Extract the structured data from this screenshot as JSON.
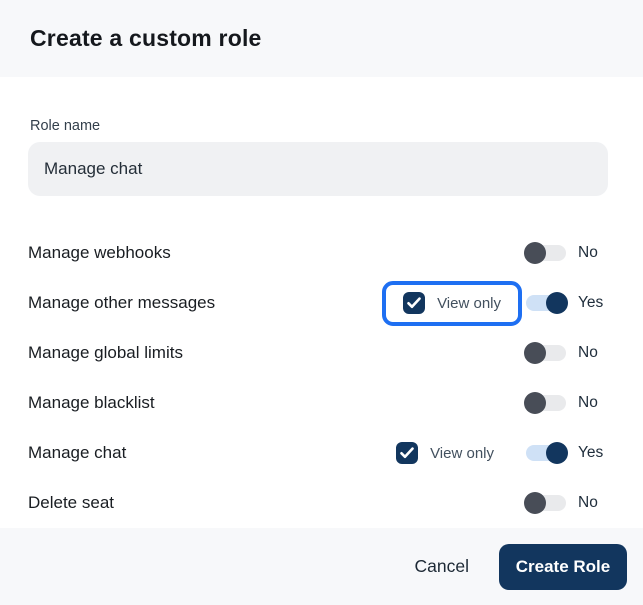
{
  "modal": {
    "title": "Create a custom role",
    "role_name": {
      "label": "Role name",
      "value": "Manage chat"
    },
    "permissions": [
      {
        "label": "Manage webhooks",
        "state": "No",
        "enabled": false,
        "view_only": null,
        "highlighted": false
      },
      {
        "label": "Manage other messages",
        "state": "Yes",
        "enabled": true,
        "view_only": {
          "label": "View only",
          "checked": true
        },
        "highlighted": true
      },
      {
        "label": "Manage global limits",
        "state": "No",
        "enabled": false,
        "view_only": null,
        "highlighted": false
      },
      {
        "label": "Manage blacklist",
        "state": "No",
        "enabled": false,
        "view_only": null,
        "highlighted": false
      },
      {
        "label": "Manage chat",
        "state": "Yes",
        "enabled": true,
        "view_only": {
          "label": "View only",
          "checked": true
        },
        "highlighted": false
      },
      {
        "label": "Delete seat",
        "state": "No",
        "enabled": false,
        "view_only": null,
        "highlighted": false
      }
    ],
    "footer": {
      "cancel_label": "Cancel",
      "submit_label": "Create Role"
    },
    "colors": {
      "navy": "#12365e",
      "highlight_blue": "#1e6ff2",
      "toggle_off_knob": "#484d57",
      "toggle_off_track": "#e9eaec",
      "toggle_on_track": "#cfe1f6",
      "header_footer_bg": "#f7f8fa",
      "input_bg": "#f0f1f3"
    }
  }
}
